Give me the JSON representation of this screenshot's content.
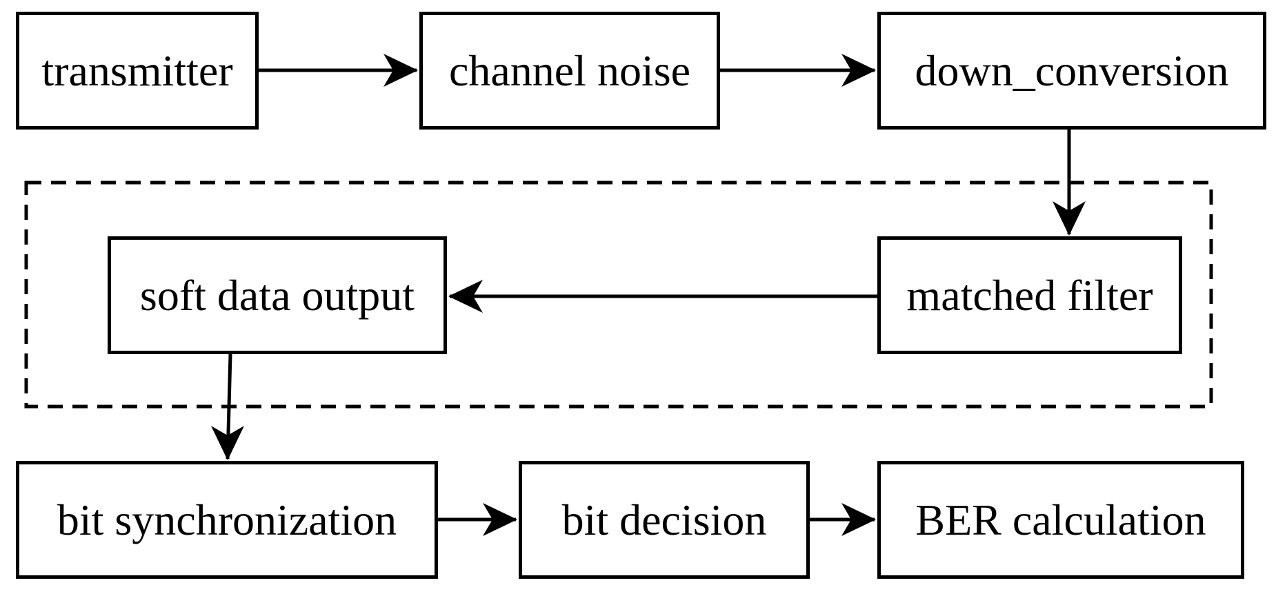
{
  "blocks": {
    "transmitter": "transmitter",
    "channel_noise": "channel noise",
    "down_conversion": "down_conversion",
    "matched_filter": "matched filter",
    "soft_data_output": "soft data output",
    "bit_synchronization": "bit synchronization",
    "bit_decision": "bit decision",
    "ber_calculation": "BER calculation"
  },
  "colors": {
    "stroke": "#000000",
    "background": "#ffffff"
  }
}
